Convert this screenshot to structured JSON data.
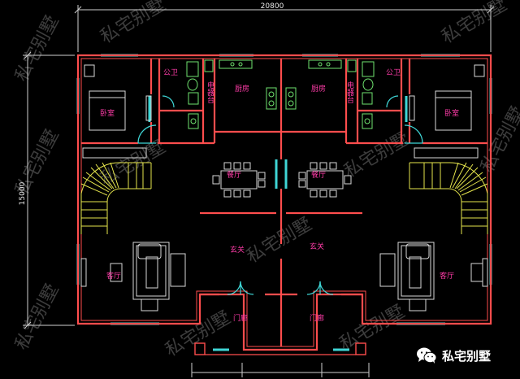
{
  "dimensions": {
    "width_total": "20800",
    "depth_total": "15000"
  },
  "rooms_left": {
    "bedroom": "卧室",
    "bathroom": "公卫",
    "appliance_counter": "电器台",
    "kitchen": "厨房",
    "dining": "餐厅",
    "foyer": "玄关",
    "living": "客厅",
    "porch": "门廊"
  },
  "rooms_right": {
    "bedroom": "卧室",
    "bathroom": "公卫",
    "appliance_counter": "电器台",
    "kitchen": "厨房",
    "dining": "餐厅",
    "foyer": "玄关",
    "living": "客厅",
    "porch": "门廊"
  },
  "watermark": {
    "text": "私宅别墅"
  },
  "brand": {
    "label": "私宅别墅",
    "icon": "wechat-icon"
  },
  "colors": {
    "background": "#000000",
    "wall": "#ff4d4d",
    "window": "#3fd6d6",
    "fixture": "#6fe36f",
    "stair": "#e6e64d",
    "furniture": "#d8d8d8",
    "label": "#ff3ca8",
    "dimension": "#e8e8e8"
  }
}
